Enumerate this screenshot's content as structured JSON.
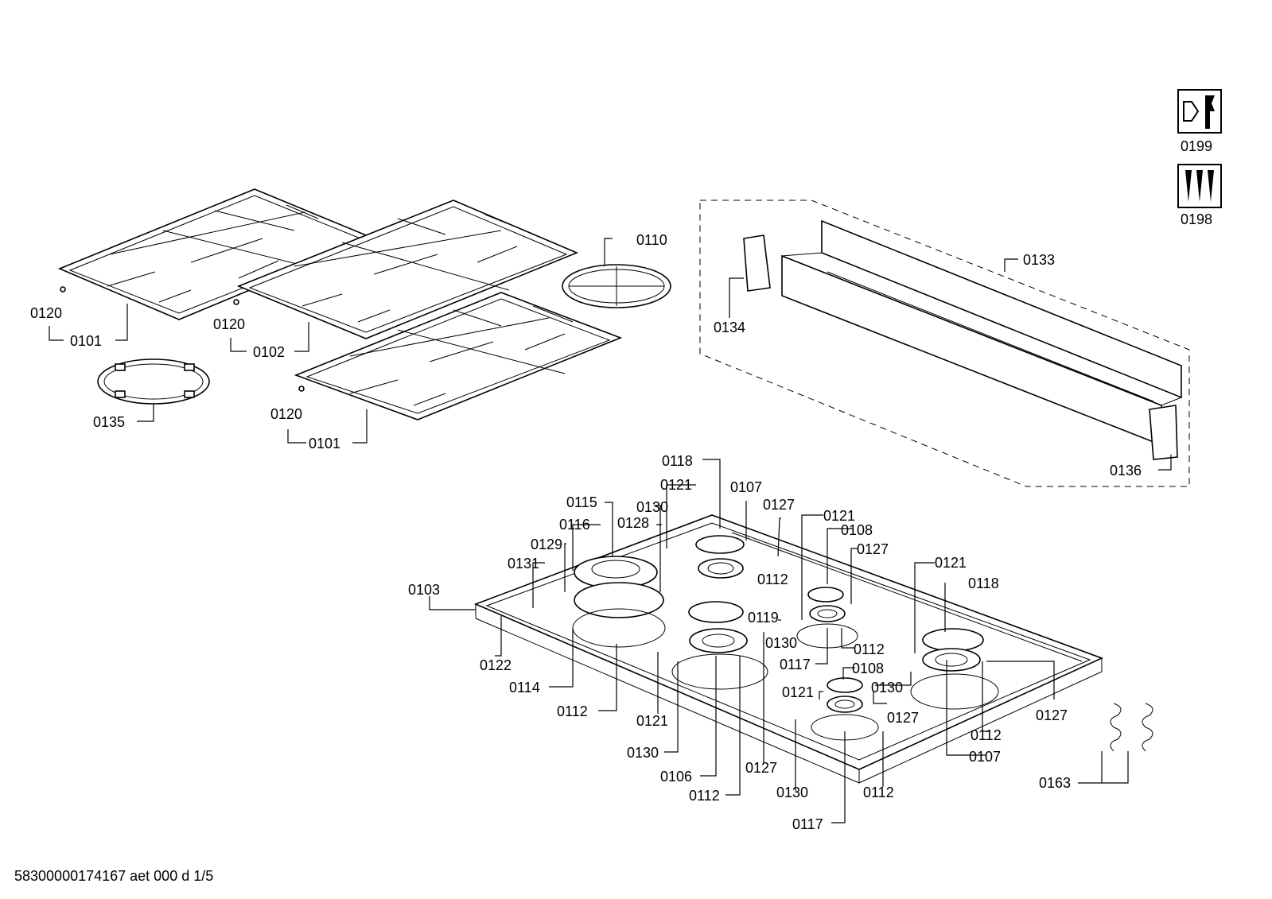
{
  "document_code": "58300000174167 aet 000 d 1/5",
  "accessory_icons": [
    {
      "id": "0199",
      "icon": "wrench-nut-icon"
    },
    {
      "id": "0198",
      "icon": "screws-icon"
    }
  ],
  "callouts": {
    "c0101a": "0101",
    "c0101b": "0101",
    "c0102": "0102",
    "c0103": "0103",
    "c0106": "0106",
    "c0107a": "0107",
    "c0107b": "0107",
    "c0108a": "0108",
    "c0108b": "0108",
    "c0110": "0110",
    "c0112a": "0112",
    "c0112b": "0112",
    "c0112c": "0112",
    "c0112d": "0112",
    "c0112e": "0112",
    "c0112f": "0112",
    "c0114": "0114",
    "c0115": "0115",
    "c0116": "0116",
    "c0117a": "0117",
    "c0117b": "0117",
    "c0118a": "0118",
    "c0118b": "0118",
    "c0119": "0119",
    "c0120a": "0120",
    "c0120b": "0120",
    "c0120c": "0120",
    "c0121a": "0121",
    "c0121b": "0121",
    "c0121c": "0121",
    "c0121d": "0121",
    "c0121e": "0121",
    "c0122": "0122",
    "c0127a": "0127",
    "c0127b": "0127",
    "c0127c": "0127",
    "c0127d": "0127",
    "c0127e": "0127",
    "c0128": "0128",
    "c0129": "0129",
    "c0130a": "0130",
    "c0130b": "0130",
    "c0130c": "0130",
    "c0130d": "0130",
    "c0130e": "0130",
    "c0131": "0131",
    "c0133": "0133",
    "c0134": "0134",
    "c0135": "0135",
    "c0136": "0136",
    "c0163": "0163"
  }
}
